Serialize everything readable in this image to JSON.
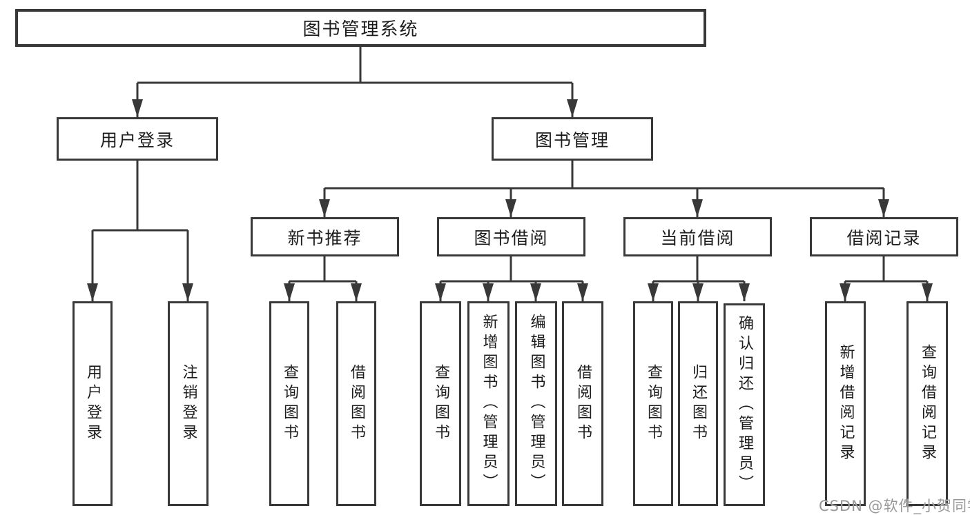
{
  "colors": {
    "line": "#383838",
    "text": "#1d1d1d",
    "watermark": "#979797",
    "bg": "#ffffff"
  },
  "watermark": {
    "text": "CSDN @软件_小贺同学"
  },
  "diagram": {
    "title": "图书管理系统",
    "level2": {
      "user_login": "用户登录",
      "book_management": "图书管理"
    },
    "level3": {
      "new_book_recommend": "新书推荐",
      "book_borrow": "图书借阅",
      "current_borrow": "当前借阅",
      "borrow_records": "借阅记录"
    },
    "leaves": {
      "user_login_leaf": "用户登录",
      "logout": "注销登录",
      "query_books_1": "查询图书",
      "borrow_books_1": "借阅图书",
      "query_books_2": "查询图书",
      "add_books_admin": "新增图书（管理员）",
      "edit_books_admin": "编辑图书（管理员）",
      "borrow_books_2": "借阅图书",
      "query_books_3": "查询图书",
      "return_books": "归还图书",
      "confirm_return_admin": "确认归还（管理员）",
      "add_borrow_record": "新增借阅记录",
      "query_borrow_record": "查询借阅记录"
    }
  }
}
